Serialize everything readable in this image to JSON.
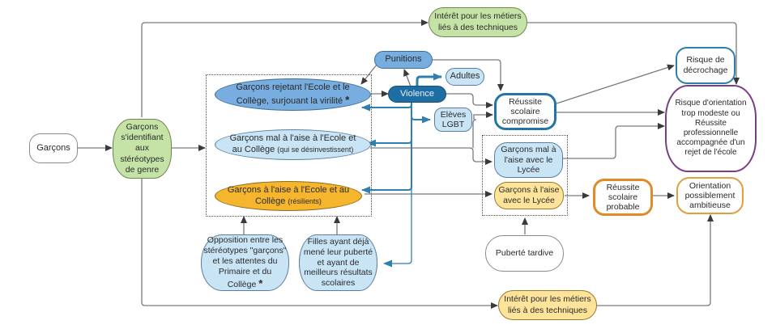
{
  "title": "Parcours scolaire des garçons et stéréotypes de genre",
  "colors": {
    "arrow_gray": "#6b6b6b",
    "arrow_blue": "#2f7fb0",
    "dark_blue": "#1f6ea3",
    "mid_blue": "#78ade0",
    "light_blue": "#c8e4f5",
    "green": "#c6e3a7",
    "orange": "#f5b62e",
    "light_yellow": "#fde49a",
    "purple": "#7a3e84",
    "orange_border": "#e08a28"
  },
  "nodes": {
    "garcons": "Garçons",
    "identifiant": "Garçons s'identifiant aux stéréotypes de genre",
    "interet_top": "Intérêt pour les métiers liés à des techniques",
    "interet_bottom": "Intérêt pour les métiers liés à des techniques",
    "rejetant": "Garçons rejetant l'Ecole et le Collège, surjouant la virilité",
    "rejetant_star": "*",
    "mal_aise_college": "Garçons mal à l'aise à l'Ecole et au Collège",
    "mal_aise_college_note": "(qui se désinvestissent)",
    "aise_college": "Garçons à l'aise à l'Ecole et au Collège",
    "aise_college_note": "(résilients)",
    "punitions": "Punitions",
    "violence": "Violence",
    "adultes": "Adultes",
    "eleves_lgbt": "Elèves LGBT",
    "reussite_compromise": "Réussite scolaire compromise",
    "risque_decrochage": "Risque de décrochage",
    "risque_orientation": "Risque d'orientation trop modeste ou Réussite professionnelle accompagnée d'un rejet de l'école",
    "mal_aise_lycee": "Garçons mal à l'aise avec le Lycée",
    "aise_lycee": "Garçons à l'aise avec le Lycée",
    "reussite_probable": "Réussite scolaire probable",
    "orientation_ambitieuse": "Orientation possiblement ambitieuse",
    "puberte_tardive": "Puberté tardive",
    "opposition": "Opposition entre les stéréotypes \"garçons\" et les attentes du Primaire et du Collège",
    "opposition_star": "*",
    "filles": "Filles ayant déjà mené leur puberté et ayant de meilleurs résultats scolaires"
  }
}
